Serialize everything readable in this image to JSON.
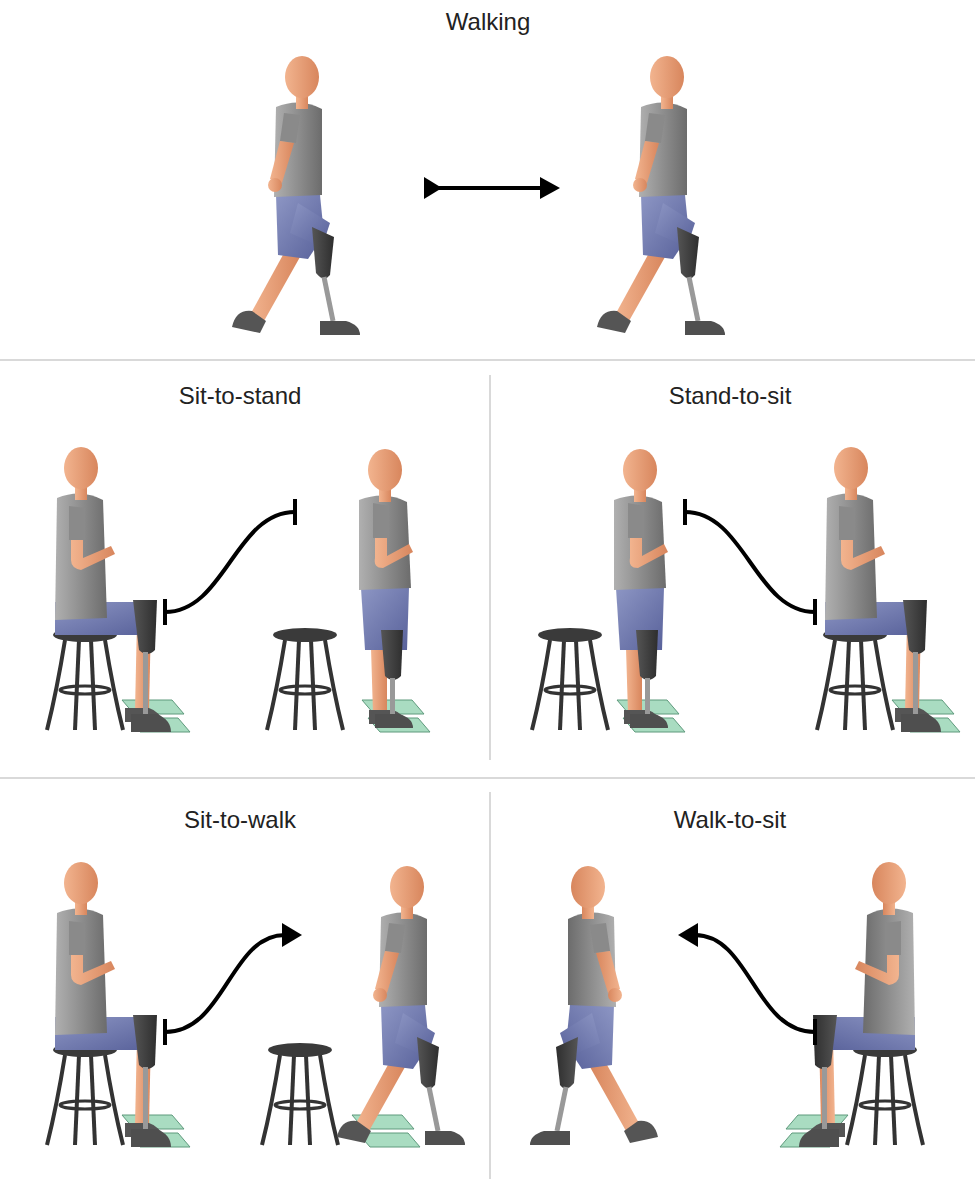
{
  "diagram": {
    "labels": [
      "Walking",
      "Sit-to-stand",
      "Stand-to-sit",
      "Sit-to-walk",
      "Walk-to-sit"
    ]
  }
}
